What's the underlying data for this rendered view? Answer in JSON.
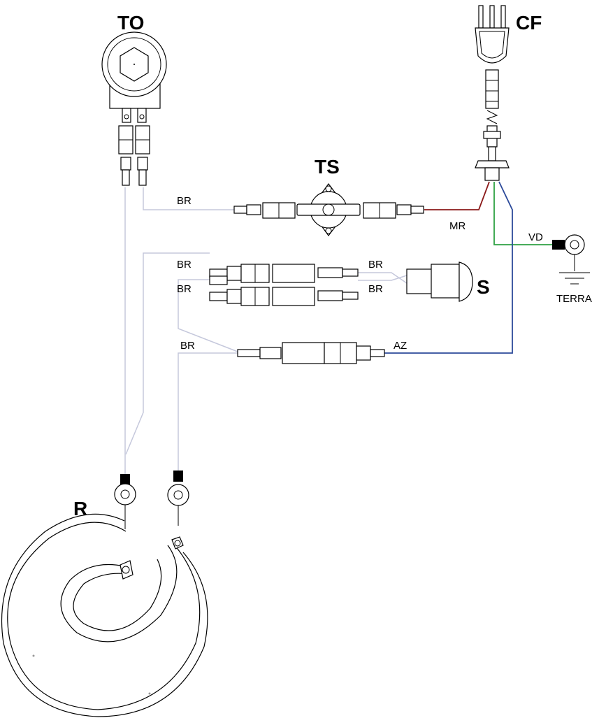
{
  "components": {
    "to": "TO",
    "cf": "CF",
    "ts": "TS",
    "s": "S",
    "r": "R",
    "terra": "TERRA"
  },
  "wires": {
    "br_to_ts": "BR",
    "mr": "MR",
    "vd": "VD",
    "br_upper_left": "BR",
    "br_upper_right": "BR",
    "br_lower_left": "BR",
    "br_lower_right": "BR",
    "br_bottom": "BR",
    "az": "AZ"
  },
  "colors": {
    "br": "#c5c8dc",
    "mr": "#8b1a1a",
    "vd": "#2ea043",
    "az": "#2c4a9a"
  }
}
